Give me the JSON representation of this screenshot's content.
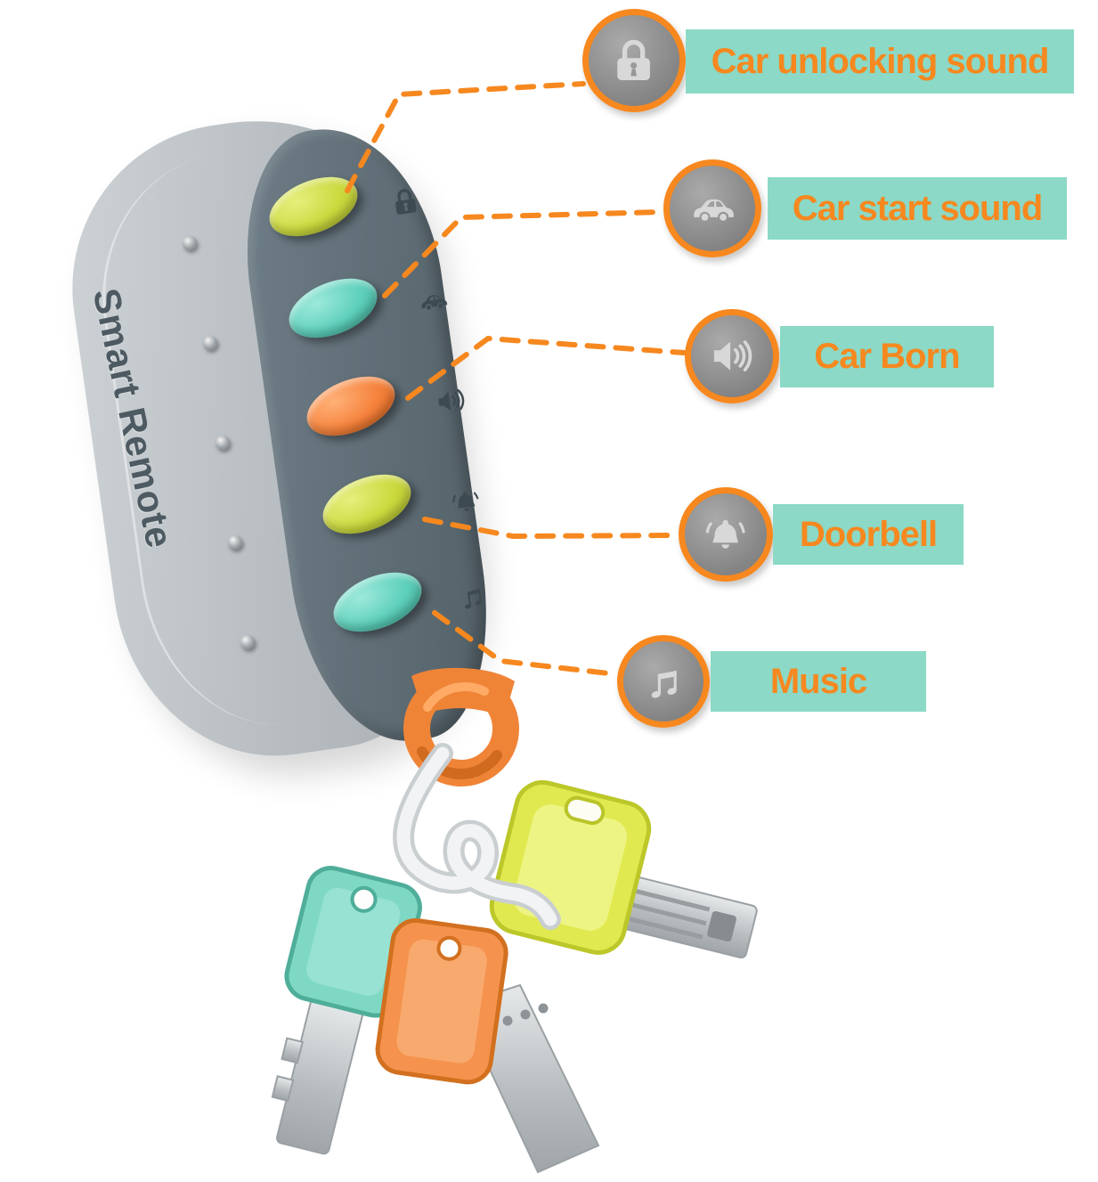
{
  "remote": {
    "brand": "Smart Remote",
    "buttons": [
      {
        "name": "unlock",
        "color": "#CBD93E",
        "icon": "padlock"
      },
      {
        "name": "car-start",
        "color": "#5ED0BB",
        "icon": "car"
      },
      {
        "name": "horn",
        "color": "#F5823C",
        "icon": "horn"
      },
      {
        "name": "doorbell",
        "color": "#CBD93E",
        "icon": "bell"
      },
      {
        "name": "music",
        "color": "#5ED0BB",
        "icon": "music-note"
      }
    ]
  },
  "callouts": [
    {
      "icon": "padlock-icon",
      "label": "Car unlocking sound"
    },
    {
      "icon": "car-icon",
      "label": "Car start sound"
    },
    {
      "icon": "horn-icon",
      "label": "Car Born"
    },
    {
      "icon": "doorbell-icon",
      "label": "Doorbell"
    },
    {
      "icon": "music-note-icon",
      "label": "Music"
    }
  ],
  "colors": {
    "callout_bar": "#8BD9C6",
    "callout_text": "#F6881F",
    "leader_line": "#F6881F",
    "icon_circle": "#858585",
    "icon_ring": "#F6881F",
    "remote_body": "#B6BCC0",
    "remote_face": "#5B6971",
    "button_green": "#CBD93E",
    "button_teal": "#5ED0BB",
    "button_orange": "#F5823C",
    "keyring_orange": "#EF8437",
    "key_yellow": "#E0EA50",
    "key_teal": "#7FD8C4",
    "key_orange_tag": "#F5924D",
    "key_silver": "#B6BBBE"
  }
}
